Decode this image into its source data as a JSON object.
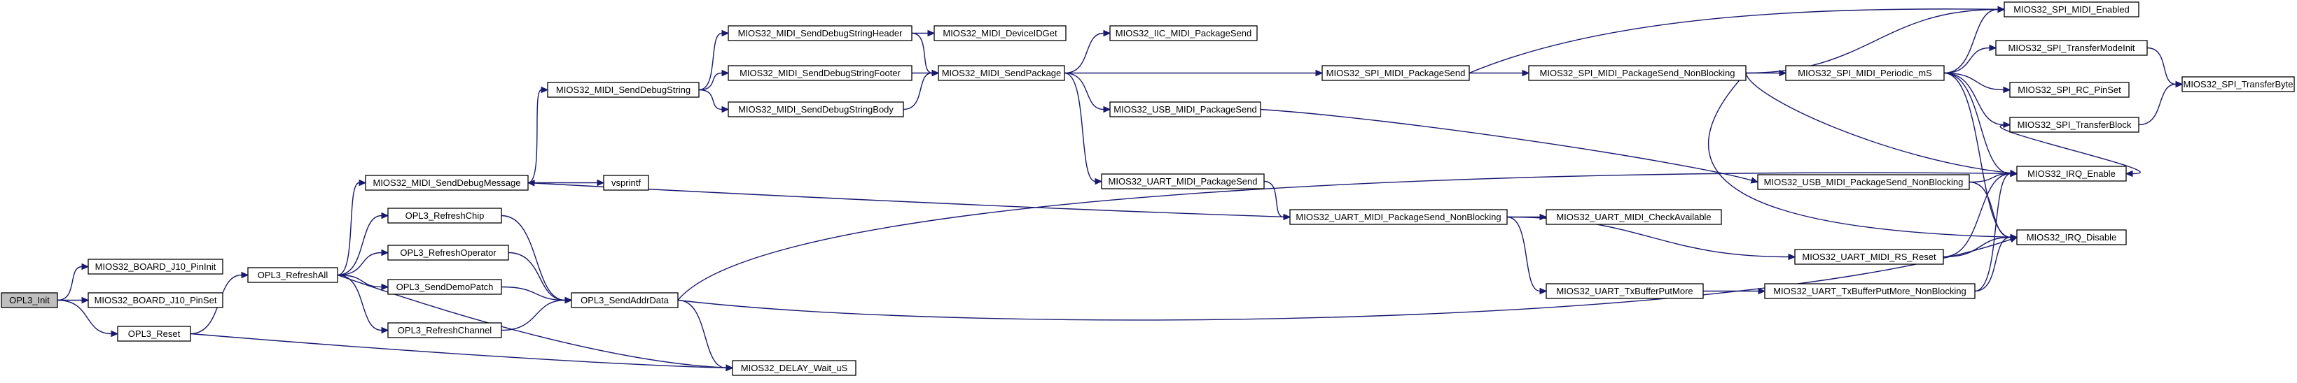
{
  "graph": {
    "colors": {
      "edge": "#191970",
      "root_fill": "#bfbfbf",
      "node_fill": "#ffffff",
      "node_stroke": "#000000"
    },
    "nodes": [
      {
        "id": "opl3_init",
        "label": "OPL3_Init",
        "root": true
      },
      {
        "id": "board_j10_pininit",
        "label": "MIOS32_BOARD_J10_PinInit"
      },
      {
        "id": "board_j10_pinset",
        "label": "MIOS32_BOARD_J10_PinSet"
      },
      {
        "id": "opl3_reset",
        "label": "OPL3_Reset"
      },
      {
        "id": "opl3_refreshall",
        "label": "OPL3_RefreshAll"
      },
      {
        "id": "delay_wait_us",
        "label": "MIOS32_DELAY_Wait_uS"
      },
      {
        "id": "midi_senddebugmessage",
        "label": "MIOS32_MIDI_SendDebugMessage"
      },
      {
        "id": "opl3_refreshchip",
        "label": "OPL3_RefreshChip"
      },
      {
        "id": "opl3_refreshoperator",
        "label": "OPL3_RefreshOperator"
      },
      {
        "id": "opl3_senddemopatch",
        "label": "OPL3_SendDemoPatch"
      },
      {
        "id": "opl3_refreshchannel",
        "label": "OPL3_RefreshChannel"
      },
      {
        "id": "midi_senddebugstring",
        "label": "MIOS32_MIDI_SendDebugString"
      },
      {
        "id": "vsprintf",
        "label": "vsprintf"
      },
      {
        "id": "opl3_sendaddrdata",
        "label": "OPL3_SendAddrData"
      },
      {
        "id": "midi_senddebugstringheader",
        "label": "MIOS32_MIDI_SendDebugStringHeader"
      },
      {
        "id": "midi_senddebugstringfooter",
        "label": "MIOS32_MIDI_SendDebugStringFooter"
      },
      {
        "id": "midi_senddebugstringbody",
        "label": "MIOS32_MIDI_SendDebugStringBody"
      },
      {
        "id": "midi_deviceidget",
        "label": "MIOS32_MIDI_DeviceIDGet"
      },
      {
        "id": "midi_sendpackage",
        "label": "MIOS32_MIDI_SendPackage"
      },
      {
        "id": "iic_midi_packagesend",
        "label": "MIOS32_IIC_MIDI_PackageSend"
      },
      {
        "id": "usb_midi_packagesend",
        "label": "MIOS32_USB_MIDI_PackageSend"
      },
      {
        "id": "uart_midi_packagesend",
        "label": "MIOS32_UART_MIDI_PackageSend"
      },
      {
        "id": "spi_midi_packagesend",
        "label": "MIOS32_SPI_MIDI_PackageSend"
      },
      {
        "id": "uart_midi_packagesend_nb",
        "label": "MIOS32_UART_MIDI_PackageSend_NonBlocking"
      },
      {
        "id": "uart_midi_checkavailable",
        "label": "MIOS32_UART_MIDI_CheckAvailable"
      },
      {
        "id": "uart_txbufferputmore",
        "label": "MIOS32_UART_TxBufferPutMore"
      },
      {
        "id": "spi_midi_packagesend_nb",
        "label": "MIOS32_SPI_MIDI_PackageSend_NonBlocking"
      },
      {
        "id": "usb_midi_packagesend_nb",
        "label": "MIOS32_USB_MIDI_PackageSend_NonBlocking"
      },
      {
        "id": "uart_midi_rs_reset",
        "label": "MIOS32_UART_MIDI_RS_Reset"
      },
      {
        "id": "uart_txbufferputmore_nb",
        "label": "MIOS32_UART_TxBufferPutMore_NonBlocking"
      },
      {
        "id": "spi_midi_periodic_ms",
        "label": "MIOS32_SPI_MIDI_Periodic_mS"
      },
      {
        "id": "spi_midi_enabled",
        "label": "MIOS32_SPI_MIDI_Enabled"
      },
      {
        "id": "spi_transfermodeinit",
        "label": "MIOS32_SPI_TransferModeInit"
      },
      {
        "id": "spi_rc_pinset",
        "label": "MIOS32_SPI_RC_PinSet"
      },
      {
        "id": "spi_transferblock",
        "label": "MIOS32_SPI_TransferBlock"
      },
      {
        "id": "irq_enable",
        "label": "MIOS32_IRQ_Enable"
      },
      {
        "id": "irq_disable",
        "label": "MIOS32_IRQ_Disable"
      },
      {
        "id": "spi_transferbyte",
        "label": "MIOS32_SPI_TransferByte"
      }
    ],
    "edges": [
      [
        "opl3_init",
        "board_j10_pininit"
      ],
      [
        "opl3_init",
        "board_j10_pinset"
      ],
      [
        "opl3_init",
        "opl3_reset"
      ],
      [
        "opl3_reset",
        "opl3_refreshall"
      ],
      [
        "opl3_reset",
        "delay_wait_us"
      ],
      [
        "opl3_refreshall",
        "midi_senddebugmessage"
      ],
      [
        "opl3_refreshall",
        "opl3_refreshchip"
      ],
      [
        "opl3_refreshall",
        "opl3_refreshoperator"
      ],
      [
        "opl3_refreshall",
        "opl3_senddemopatch"
      ],
      [
        "opl3_refreshall",
        "opl3_refreshchannel"
      ],
      [
        "opl3_refreshall",
        "delay_wait_us"
      ],
      [
        "midi_senddebugmessage",
        "midi_senddebugstring"
      ],
      [
        "midi_senddebugmessage",
        "vsprintf"
      ],
      [
        "opl3_refreshchip",
        "opl3_sendaddrdata"
      ],
      [
        "opl3_refreshoperator",
        "opl3_sendaddrdata"
      ],
      [
        "opl3_senddemopatch",
        "opl3_sendaddrdata"
      ],
      [
        "opl3_refreshchannel",
        "opl3_sendaddrdata"
      ],
      [
        "opl3_sendaddrdata",
        "delay_wait_us"
      ],
      [
        "opl3_sendaddrdata",
        "irq_enable"
      ],
      [
        "opl3_sendaddrdata",
        "irq_disable"
      ],
      [
        "midi_senddebugstring",
        "midi_senddebugstringheader"
      ],
      [
        "midi_senddebugstring",
        "midi_senddebugstringfooter"
      ],
      [
        "midi_senddebugstring",
        "midi_senddebugstringbody"
      ],
      [
        "midi_senddebugstringheader",
        "midi_deviceidget"
      ],
      [
        "midi_senddebugstringheader",
        "midi_sendpackage"
      ],
      [
        "midi_senddebugstringfooter",
        "midi_sendpackage"
      ],
      [
        "midi_senddebugstringbody",
        "midi_sendpackage"
      ],
      [
        "midi_sendpackage",
        "iic_midi_packagesend"
      ],
      [
        "midi_sendpackage",
        "usb_midi_packagesend"
      ],
      [
        "midi_sendpackage",
        "uart_midi_packagesend"
      ],
      [
        "midi_sendpackage",
        "spi_midi_packagesend"
      ],
      [
        "usb_midi_packagesend",
        "usb_midi_packagesend_nb"
      ],
      [
        "uart_midi_packagesend",
        "uart_midi_packagesend_nb"
      ],
      [
        "uart_midi_packagesend_nb",
        "midi_senddebugmessage"
      ],
      [
        "uart_midi_packagesend_nb",
        "uart_midi_checkavailable"
      ],
      [
        "uart_midi_packagesend_nb",
        "uart_midi_rs_reset"
      ],
      [
        "uart_midi_packagesend_nb",
        "uart_txbufferputmore"
      ],
      [
        "uart_txbufferputmore",
        "uart_txbufferputmore_nb"
      ],
      [
        "spi_midi_packagesend",
        "spi_midi_enabled"
      ],
      [
        "spi_midi_packagesend",
        "spi_midi_packagesend_nb"
      ],
      [
        "spi_midi_packagesend_nb",
        "spi_midi_enabled"
      ],
      [
        "spi_midi_packagesend_nb",
        "spi_midi_periodic_ms"
      ],
      [
        "spi_midi_packagesend_nb",
        "irq_enable"
      ],
      [
        "spi_midi_packagesend_nb",
        "irq_disable"
      ],
      [
        "spi_midi_periodic_ms",
        "spi_midi_enabled"
      ],
      [
        "spi_midi_periodic_ms",
        "spi_transfermodeinit"
      ],
      [
        "spi_midi_periodic_ms",
        "spi_rc_pinset"
      ],
      [
        "spi_midi_periodic_ms",
        "spi_transferblock"
      ],
      [
        "spi_midi_periodic_ms",
        "irq_enable"
      ],
      [
        "spi_midi_periodic_ms",
        "irq_disable"
      ],
      [
        "spi_transfermodeinit",
        "spi_transferbyte"
      ],
      [
        "spi_transferblock",
        "spi_transferbyte"
      ],
      [
        "spi_transferblock",
        "irq_enable"
      ],
      [
        "usb_midi_packagesend_nb",
        "irq_enable"
      ],
      [
        "usb_midi_packagesend_nb",
        "irq_disable"
      ],
      [
        "uart_midi_rs_reset",
        "irq_enable"
      ],
      [
        "uart_midi_rs_reset",
        "irq_disable"
      ],
      [
        "uart_txbufferputmore_nb",
        "irq_enable"
      ],
      [
        "uart_txbufferputmore_nb",
        "irq_disable"
      ]
    ]
  }
}
